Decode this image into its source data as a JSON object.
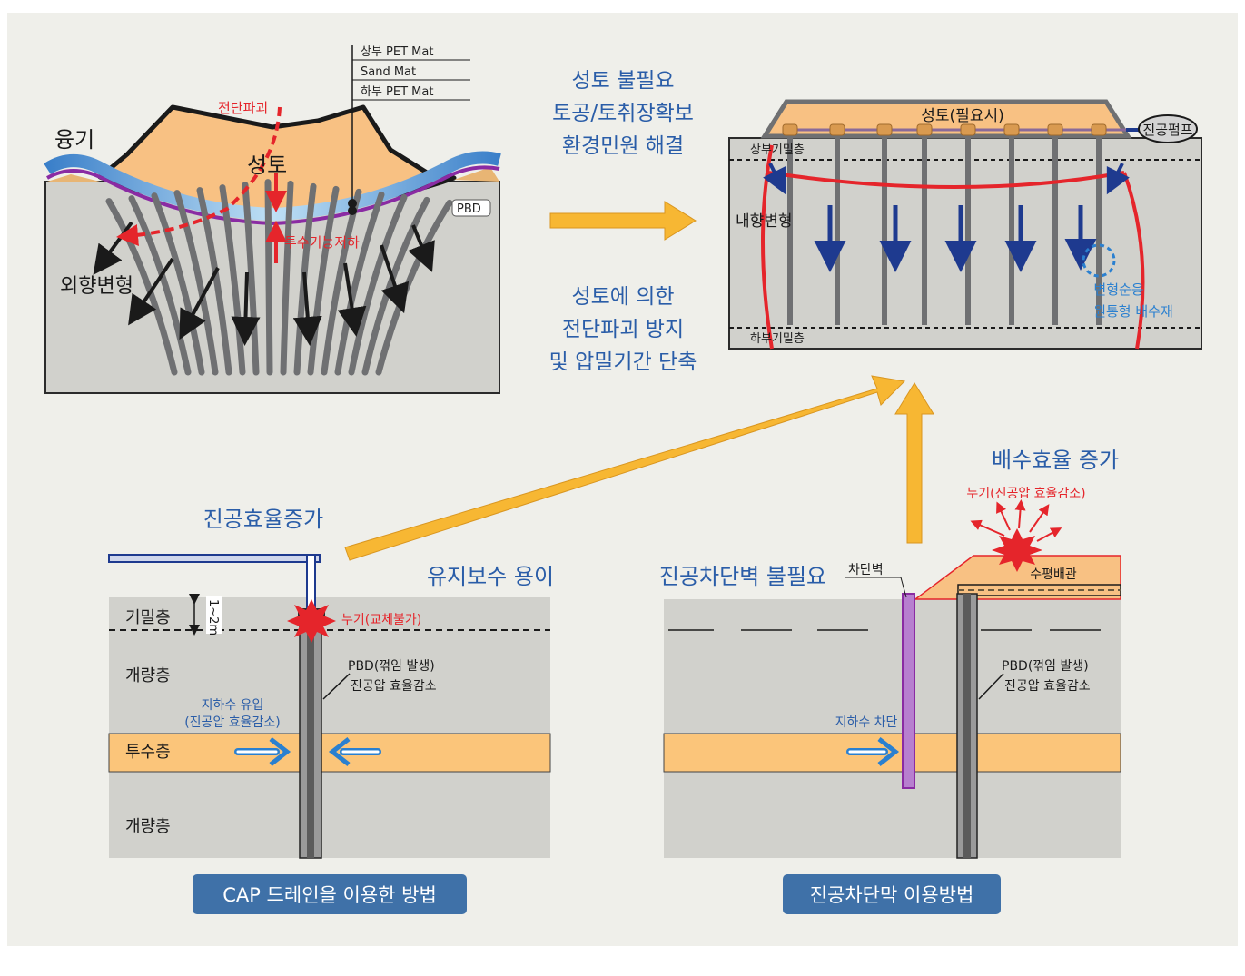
{
  "colors": {
    "background": "#efefea",
    "soil": "#d1d1cc",
    "fill": "#f8c183",
    "sand_layer": "#fbc57a",
    "red": "#e5252b",
    "navy": "#1e3a8f",
    "blue_text": "#2a5da8",
    "arrow_orange": "#f7b733",
    "pbd": "#6f7072",
    "purple": "#8a2ba3",
    "label_box": "#3f71a8"
  },
  "top_left": {
    "mat_labels": [
      "상부 PET Mat",
      "Sand Mat",
      "하부 PET Mat"
    ],
    "shear_label": "전단파괴",
    "heave_label": "융기",
    "fill_label": "성토",
    "pbd_label": "PBD",
    "permeability_label": "투수기능저하",
    "outward_label": "외향변형"
  },
  "middle_text": {
    "line1": [
      "성토 불필요",
      "토공/토취장확보",
      "환경민원 해결"
    ],
    "line2": [
      "성토에 의한",
      "전단파괴 방지",
      "및 압밀기간 단축"
    ]
  },
  "top_right": {
    "fill_label": "성토(필요시)",
    "pump_label": "진공펌프",
    "upper_seal": "상부기밀층",
    "lower_seal": "하부기밀층",
    "inward_label": "내향변형",
    "drain_label_1": "변형순응",
    "drain_label_2": "원통형 배수재"
  },
  "bottom_left": {
    "title": "진공효율증가",
    "maintenance": "유지보수 용이",
    "layers": [
      "기밀층",
      "개량층",
      "투수층",
      "개량층"
    ],
    "depth": "1~2m",
    "leak": "누기(교체불가)",
    "pbd_1": "PBD(꺾임 발생)",
    "pbd_2": "진공압 효율감소",
    "gw_1": "지하수 유입",
    "gw_2": "(진공압 효율감소)",
    "caption": "CAP 드레인을 이용한 방법"
  },
  "bottom_right": {
    "title": "진공차단벽 불필요",
    "drain_eff": "배수효율 증가",
    "leak": "누기(진공압 효율감소)",
    "wall": "차단벽",
    "hpipe": "수평배관",
    "pbd_1": "PBD(꺾임 발생)",
    "pbd_2": "진공압 효율감소",
    "gw_block": "지하수 차단",
    "caption": "진공차단막 이용방법"
  }
}
